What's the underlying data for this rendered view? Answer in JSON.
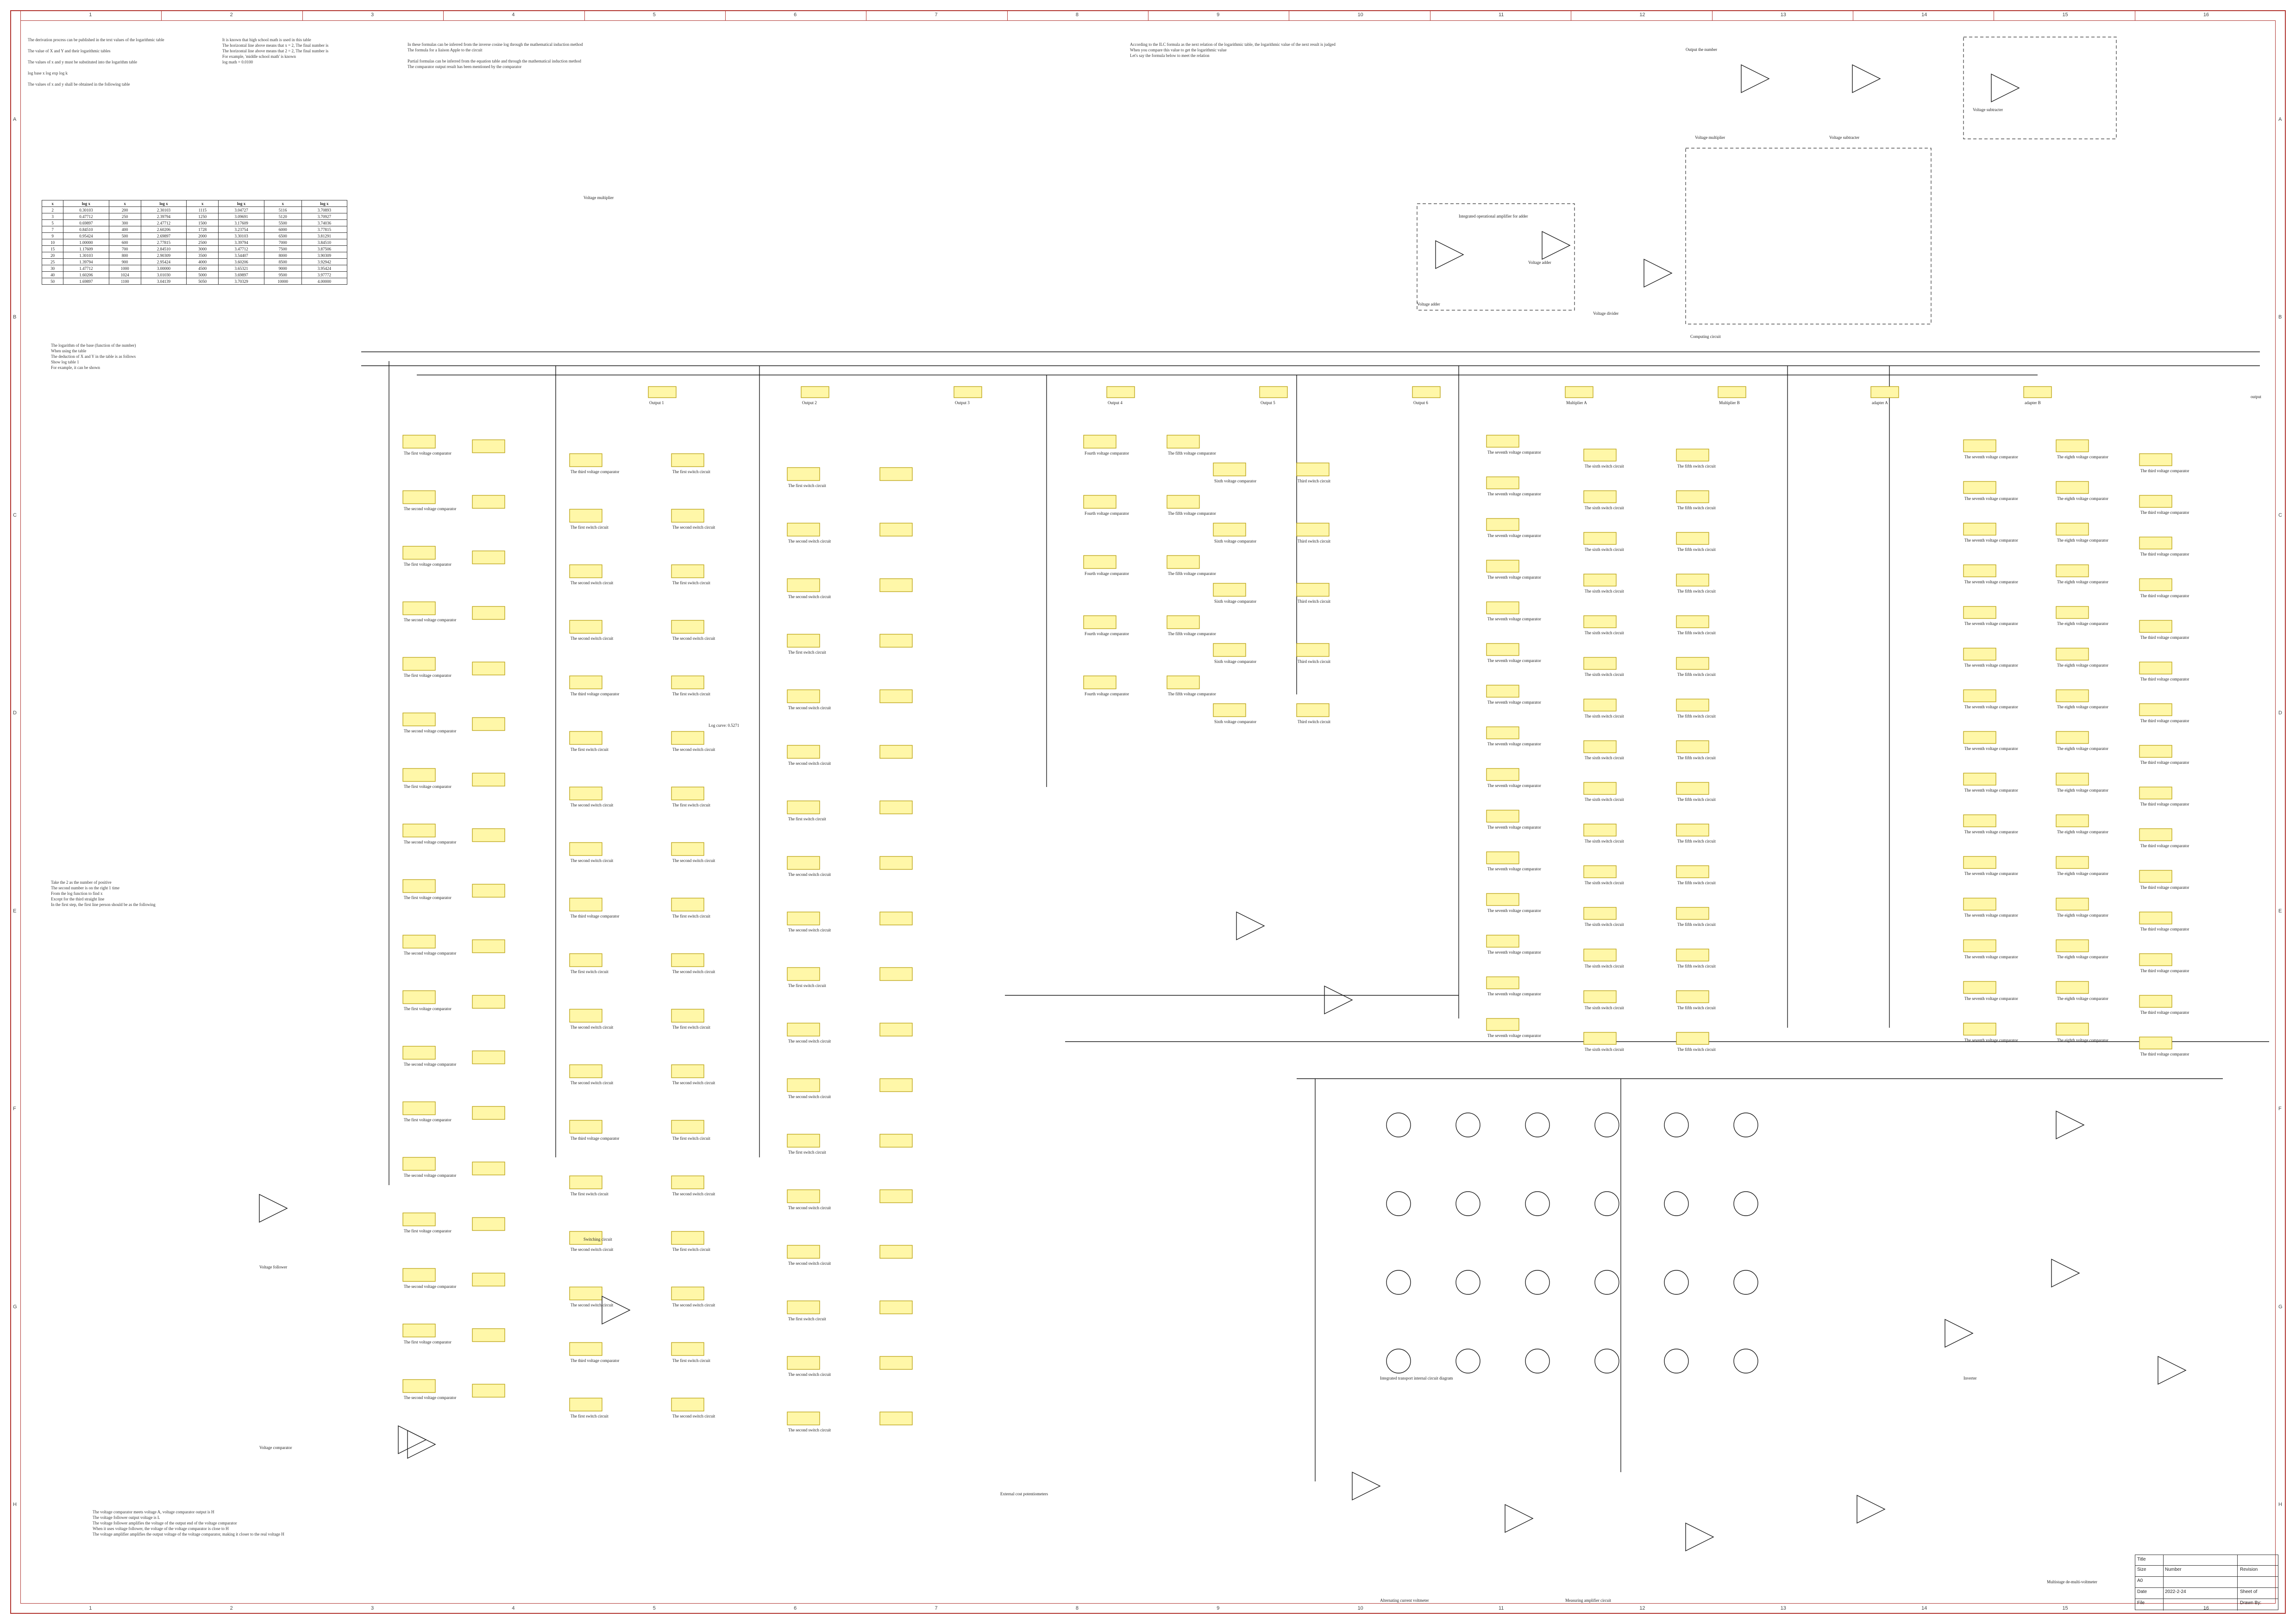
{
  "sheet": {
    "zones_top": [
      "1",
      "2",
      "3",
      "4",
      "5",
      "6",
      "7",
      "8",
      "9",
      "10",
      "11",
      "12",
      "13",
      "14",
      "15",
      "16"
    ],
    "zones_side": [
      "A",
      "B",
      "C",
      "D",
      "E",
      "F",
      "G",
      "H"
    ],
    "border_color": "#b0332e",
    "label_fill": "#fff7a8"
  },
  "notes": {
    "left_top": "The derivation process can be published in the text values of the logarithmic table\n\nThe value of X and Y and their logarithmic tables\n\nThe values of x and y must be substituted into the logarithm table\n\nlog base x log exp log k\n\nThe values of x and y shall be obtained in the following table",
    "mid_top": "It is known that high school math is used in this table\nThe horizontal line above means that x = 2, The final number is\nThe horizontal line above means that 2 = 2, The final number is\nFor example, 'middle school math' is known\nlog math = 0.0100",
    "center_top": "In these formulas can be inferred from the inverse cosine log through the mathematical induction method\nThe formula for a liaison Apple to the circuit\n\nPartial formulas can be inferred from the equation table and through the mathematical induction method\nThe comparator output result has been mentioned by the comparator",
    "right_top": "According to the ILC formula as the next relation of the logarithmic table, the logarithmic value of the next result is judged\nWhen you compare this value to get the logarithmic value\nLet's say the formula below to meet the relation",
    "left_mid": "The logarithm of the base (function of the number)\nWhen using the table\nThe deduction of X and Y in the table is as follows\nShow log table 1\nFor example, it can be shown",
    "left_low": "Take the 2 as the number of positive\nThe second number is on the right 1 time\nFrom the log function to find x\nExcept for the third straight line\nIn the first step, the first line person should be as the following",
    "footer": "The voltage comparator meets voltage A, voltage comparator output is H\nThe voltage follower output voltage is L\nThe voltage follower amplifies the voltage of the output end of the voltage comparator\nWhen it uses voltage follower, the voltage of the voltage comparator is close to H\nThe voltage amplifier amplifies the output voltage of the voltage comparator, making it closer to the real voltage H"
  },
  "log_table": {
    "header": [
      "x",
      "log x",
      "x",
      "log x",
      "x",
      "log x",
      "x",
      "log x"
    ],
    "rows": [
      [
        "2",
        "0.30103",
        "200",
        "2.30103",
        "1115",
        "3.04727",
        "5116",
        "3.70893"
      ],
      [
        "3",
        "0.47712",
        "250",
        "2.39794",
        "1250",
        "3.09691",
        "5120",
        "3.70927"
      ],
      [
        "5",
        "0.69897",
        "300",
        "2.47712",
        "1500",
        "3.17609",
        "5500",
        "3.74036"
      ],
      [
        "7",
        "0.84510",
        "400",
        "2.60206",
        "1728",
        "3.23754",
        "6000",
        "3.77815"
      ],
      [
        "9",
        "0.95424",
        "500",
        "2.69897",
        "2000",
        "3.30103",
        "6500",
        "3.81291"
      ],
      [
        "10",
        "1.00000",
        "600",
        "2.77815",
        "2500",
        "3.39794",
        "7000",
        "3.84510"
      ],
      [
        "15",
        "1.17609",
        "700",
        "2.84510",
        "3000",
        "3.47712",
        "7500",
        "3.87506"
      ],
      [
        "20",
        "1.30103",
        "800",
        "2.90309",
        "3500",
        "3.54407",
        "8000",
        "3.90309"
      ],
      [
        "25",
        "1.39794",
        "900",
        "2.95424",
        "4000",
        "3.60206",
        "8500",
        "3.92942"
      ],
      [
        "30",
        "1.47712",
        "1000",
        "3.00000",
        "4500",
        "3.65321",
        "9000",
        "3.95424"
      ],
      [
        "40",
        "1.60206",
        "1024",
        "3.01030",
        "5000",
        "3.69897",
        "9500",
        "3.97772"
      ],
      [
        "50",
        "1.69897",
        "1100",
        "3.04139",
        "5050",
        "3.70329",
        "10000",
        "4.00000"
      ]
    ]
  },
  "labels": {
    "left_column": [
      "The first voltage comparator",
      "The second voltage comparator",
      "Voltage follower",
      "The first switch circuit",
      "The second switch circuit"
    ],
    "mid_column": [
      "The third voltage comparator",
      "The first switch circuit",
      "The second switch circuit",
      "The second switch circuit"
    ],
    "right_block": [
      "The seventh voltage comparator",
      "The eighth voltage comparator",
      "The sixth switch circuit",
      "The fifth switch circuit",
      "The third voltage comparator"
    ],
    "top_blocks": [
      "Fourth voltage comparator",
      "The fifth voltage comparator",
      "Sixth voltage comparator",
      "Third switch circuit"
    ],
    "bus_labels": [
      "Output 1",
      "Output 2",
      "Output 3",
      "Output 4",
      "Output 5",
      "Output 6",
      "Multiplier A",
      "Multiplier B",
      "adapter A",
      "adapter B"
    ],
    "bottom_labels": [
      "Voltage comparator",
      "Switching circuit",
      "External cost potentiometers",
      "Integrated transport internal circuit diagram",
      "Alternating current voltmeter",
      "Measuring amplifier circuit",
      "Multistage de-multi-voltmeter",
      "Inverter",
      "Voltage follower",
      "Voltage multiplier",
      "Voltage adder",
      "Voltage subtracter"
    ],
    "top_right_labels": [
      "Output the number",
      "Voltage multiplier",
      "Voltage subtracter",
      "Integrated operational amplifier for adder",
      "Voltage adder",
      "Voltage divider",
      "Computing circuit"
    ],
    "text_sample": "Log curve: 0.5271",
    "output": "output"
  },
  "title_block": {
    "title_label": "Title",
    "size_label": "Size",
    "size_value": "A0",
    "number_label": "Number",
    "revision_label": "Revision",
    "date_label": "Date",
    "date_value": "2022-2-24",
    "file_label": "File",
    "sheet_label": "Sheet of",
    "drawn_label": "Drawn By:"
  }
}
